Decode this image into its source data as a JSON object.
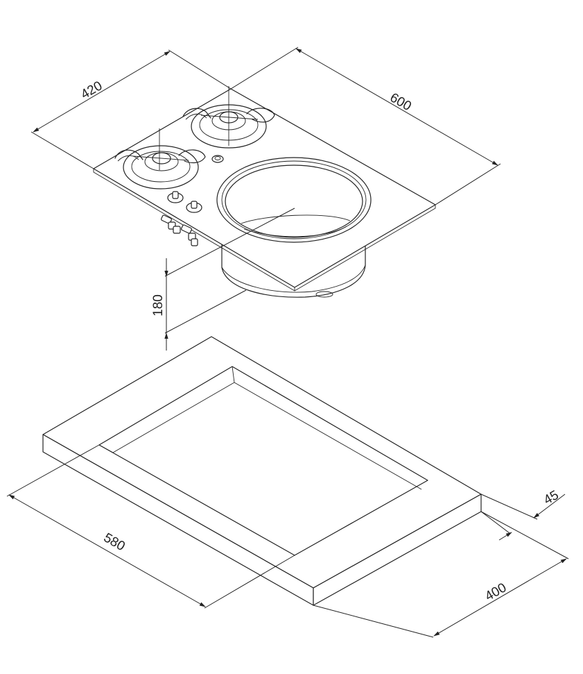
{
  "dimensions": {
    "hob_depth": "420",
    "hob_width": "600",
    "sink_height": "180",
    "cutout_width": "580",
    "cutout_depth": "400",
    "worktop_thickness": "45"
  },
  "colors": {
    "line": "#222222",
    "background": "#ffffff"
  }
}
